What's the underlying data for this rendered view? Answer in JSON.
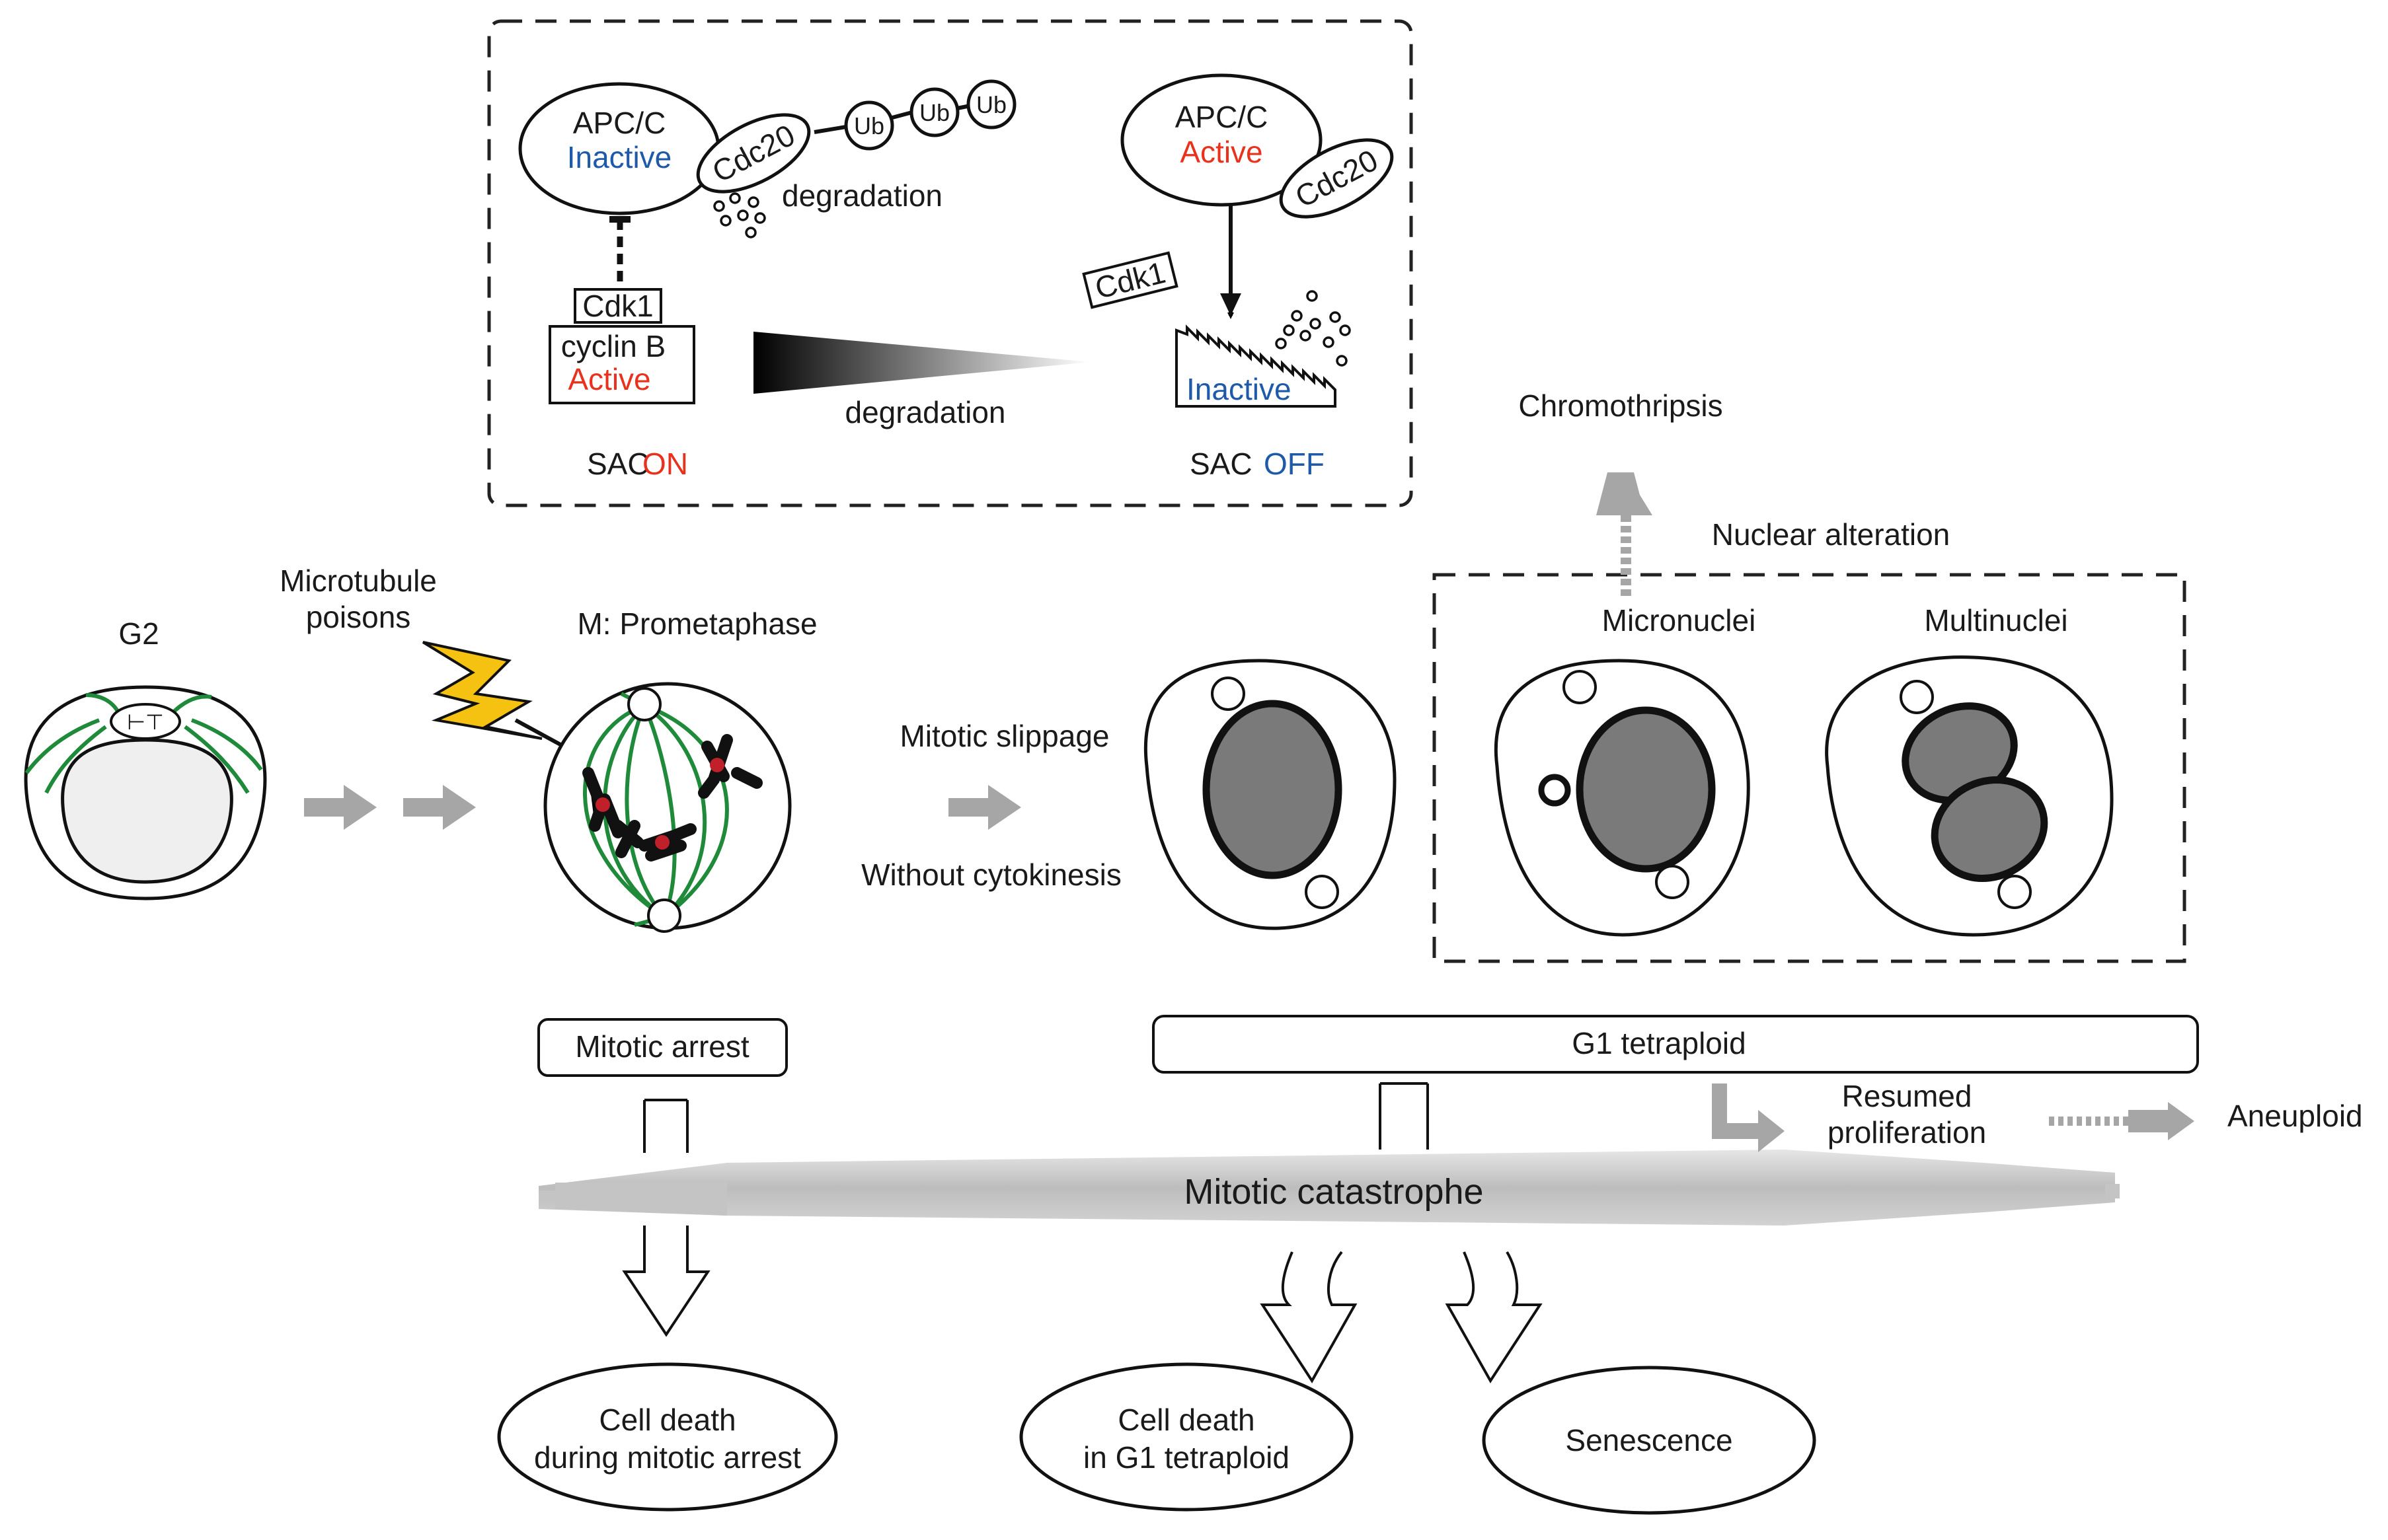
{
  "inset": {
    "left_state": {
      "apc_label": "APC/C",
      "apc_status": "Inactive",
      "cdc20": "Cdc20",
      "ub": [
        "Ub",
        "Ub",
        "Ub"
      ],
      "degradation": "degradation",
      "cdk1": "Cdk1",
      "cyclin": "cyclin B",
      "cyclin_status": "Active",
      "sac_prefix": "SAC",
      "sac_state": "ON"
    },
    "gradient_label": "degradation",
    "right_state": {
      "apc_label": "APC/C",
      "apc_status": "Active",
      "cdc20": "Cdc20",
      "cdk1": "Cdk1",
      "cyclin_status": "Inactive",
      "sac_prefix": "SAC",
      "sac_state": "OFF"
    }
  },
  "stages": {
    "g2": "G2",
    "poison_line1": "Microtubule",
    "poison_line2": "poisons",
    "prometaphase": "M: Prometaphase",
    "slippage": "Mitotic slippage",
    "no_cytokinesis": "Without cytokinesis",
    "chromothripsis": "Chromothripsis",
    "nuclear_alteration": "Nuclear alteration",
    "micronuclei": "Micronuclei",
    "multinuclei": "Multinuclei"
  },
  "boxes": {
    "mitotic_arrest": "Mitotic arrest",
    "g1_tetraploid": "G1 tetraploid",
    "resumed_line1": "Resumed",
    "resumed_line2": "proliferation",
    "aneuploid": "Aneuploid",
    "catastrophe": "Mitotic catastrophe"
  },
  "outcomes": {
    "death_arrest_line1": "Cell death",
    "death_arrest_line2": "during mitotic arrest",
    "death_g1_line1": "Cell death",
    "death_g1_line2": "in G1 tetraploid",
    "senescence": "Senescence"
  },
  "colors": {
    "microtubule": "#1f8a3a",
    "chromosome": "#1a1a1a",
    "kinetochore": "#c0202a",
    "nucleus_gray": "#7a7a7a",
    "arrow_gray": "#a6a6a6",
    "status_blue": "#1f5aa8",
    "status_red": "#e8321e",
    "lightning": "#f5c211"
  }
}
